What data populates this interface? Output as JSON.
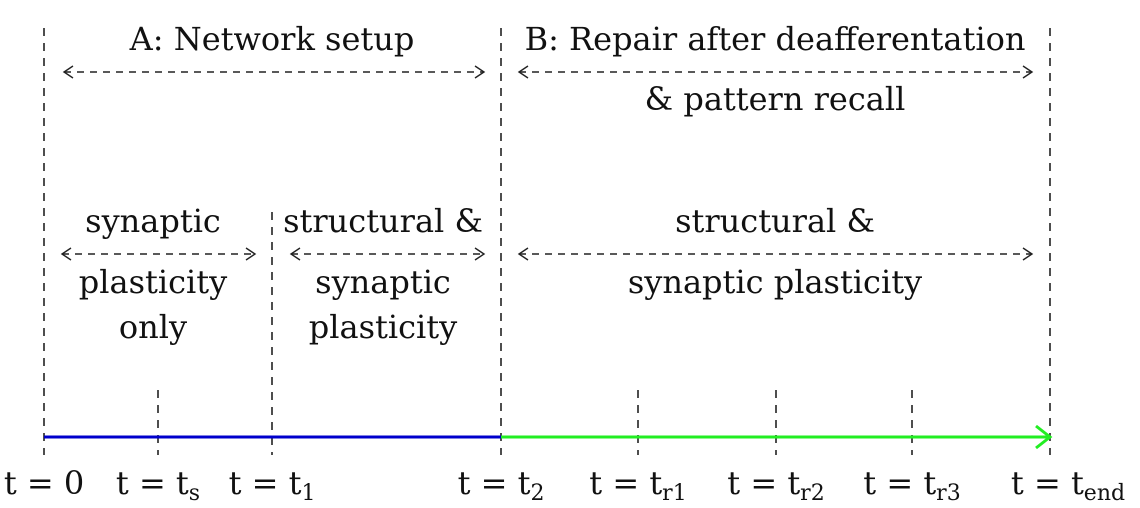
{
  "phases": [
    {
      "label": "A: Network setup"
    },
    {
      "label": "B: Repair after deafferentation",
      "label2": "& pattern recall"
    }
  ],
  "sub_phases": [
    {
      "lines": [
        "synaptic",
        "plasticity",
        "only"
      ]
    },
    {
      "lines": [
        "structural &",
        "synaptic",
        "plasticity"
      ]
    },
    {
      "lines": [
        "structural &",
        "synaptic plasticity"
      ]
    }
  ],
  "ticks": [
    {
      "main": "t = 0",
      "sub": ""
    },
    {
      "main": "t = t",
      "sub": "s"
    },
    {
      "main": "t = t",
      "sub": "1"
    },
    {
      "main": "t = t",
      "sub": "2"
    },
    {
      "main": "t = t",
      "sub": "r1"
    },
    {
      "main": "t = t",
      "sub": "r2"
    },
    {
      "main": "t = t",
      "sub": "r3"
    },
    {
      "main": "t = t",
      "sub": "end"
    }
  ],
  "colors": {
    "phase_a_line": "#0000cc",
    "phase_b_line": "#22ee22",
    "text": "#111111",
    "dashes": "#222222"
  }
}
